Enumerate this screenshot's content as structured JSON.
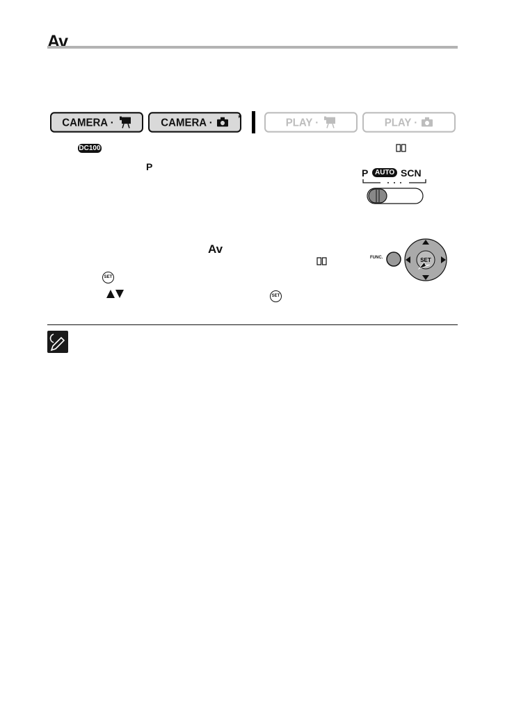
{
  "title": "Av",
  "modes": [
    {
      "label": "CAMERA ·",
      "icon": "movie-camera-icon",
      "active": true
    },
    {
      "label": "CAMERA ·",
      "icon": "still-camera-icon",
      "active": true,
      "mark": "*"
    },
    {
      "label": "PLAY ·",
      "icon": "movie-camera-icon",
      "active": false
    },
    {
      "label": "PLAY ·",
      "icon": "still-camera-icon",
      "active": false
    }
  ],
  "model_badge": "DC100",
  "step1": {
    "mode_letter": "P"
  },
  "mode_dial": {
    "p": "P",
    "auto": "AUTO",
    "scn": "SCN"
  },
  "step2": {
    "program": "Av"
  },
  "func_label": "FUNC.",
  "set_label": "SET",
  "colors": {
    "active_mode_fill": "#d9d9d9",
    "inactive_mode": "#bdbdbd",
    "title_rule": "#b3b3b3"
  }
}
